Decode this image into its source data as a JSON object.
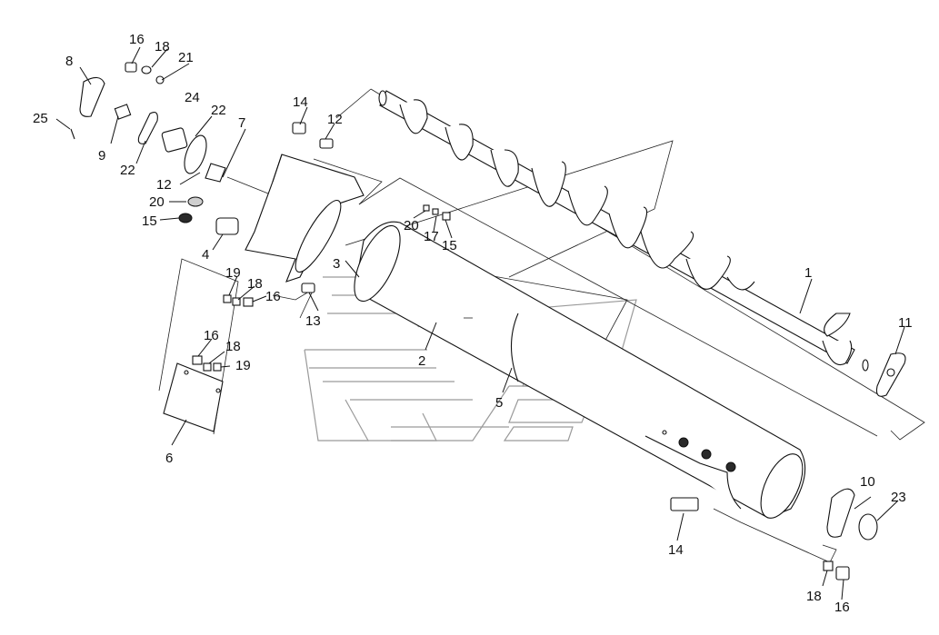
{
  "diagram": {
    "callouts": [
      {
        "id": "c1",
        "text": "1"
      },
      {
        "id": "c2",
        "text": "2"
      },
      {
        "id": "c3",
        "text": "3"
      },
      {
        "id": "c4",
        "text": "4"
      },
      {
        "id": "c5",
        "text": "5"
      },
      {
        "id": "c6",
        "text": "6"
      },
      {
        "id": "c7",
        "text": "7"
      },
      {
        "id": "c8",
        "text": "8"
      },
      {
        "id": "c9",
        "text": "9"
      },
      {
        "id": "c10",
        "text": "10"
      },
      {
        "id": "c11",
        "text": "11"
      },
      {
        "id": "c12a",
        "text": "12"
      },
      {
        "id": "c12b",
        "text": "12"
      },
      {
        "id": "c13",
        "text": "13"
      },
      {
        "id": "c14a",
        "text": "14"
      },
      {
        "id": "c14b",
        "text": "14"
      },
      {
        "id": "c15a",
        "text": "15"
      },
      {
        "id": "c15b",
        "text": "15"
      },
      {
        "id": "c16a",
        "text": "16"
      },
      {
        "id": "c16b",
        "text": "16"
      },
      {
        "id": "c16c",
        "text": "16"
      },
      {
        "id": "c16d",
        "text": "16"
      },
      {
        "id": "c17",
        "text": "17"
      },
      {
        "id": "c18a",
        "text": "18"
      },
      {
        "id": "c18b",
        "text": "18"
      },
      {
        "id": "c18c",
        "text": "18"
      },
      {
        "id": "c18d",
        "text": "18"
      },
      {
        "id": "c19a",
        "text": "19"
      },
      {
        "id": "c19b",
        "text": "19"
      },
      {
        "id": "c20a",
        "text": "20"
      },
      {
        "id": "c20b",
        "text": "20"
      },
      {
        "id": "c21",
        "text": "21"
      },
      {
        "id": "c22a",
        "text": "22"
      },
      {
        "id": "c22b",
        "text": "22"
      },
      {
        "id": "c23",
        "text": "23"
      },
      {
        "id": "c24",
        "text": "24"
      },
      {
        "id": "c25",
        "text": "25"
      }
    ]
  }
}
